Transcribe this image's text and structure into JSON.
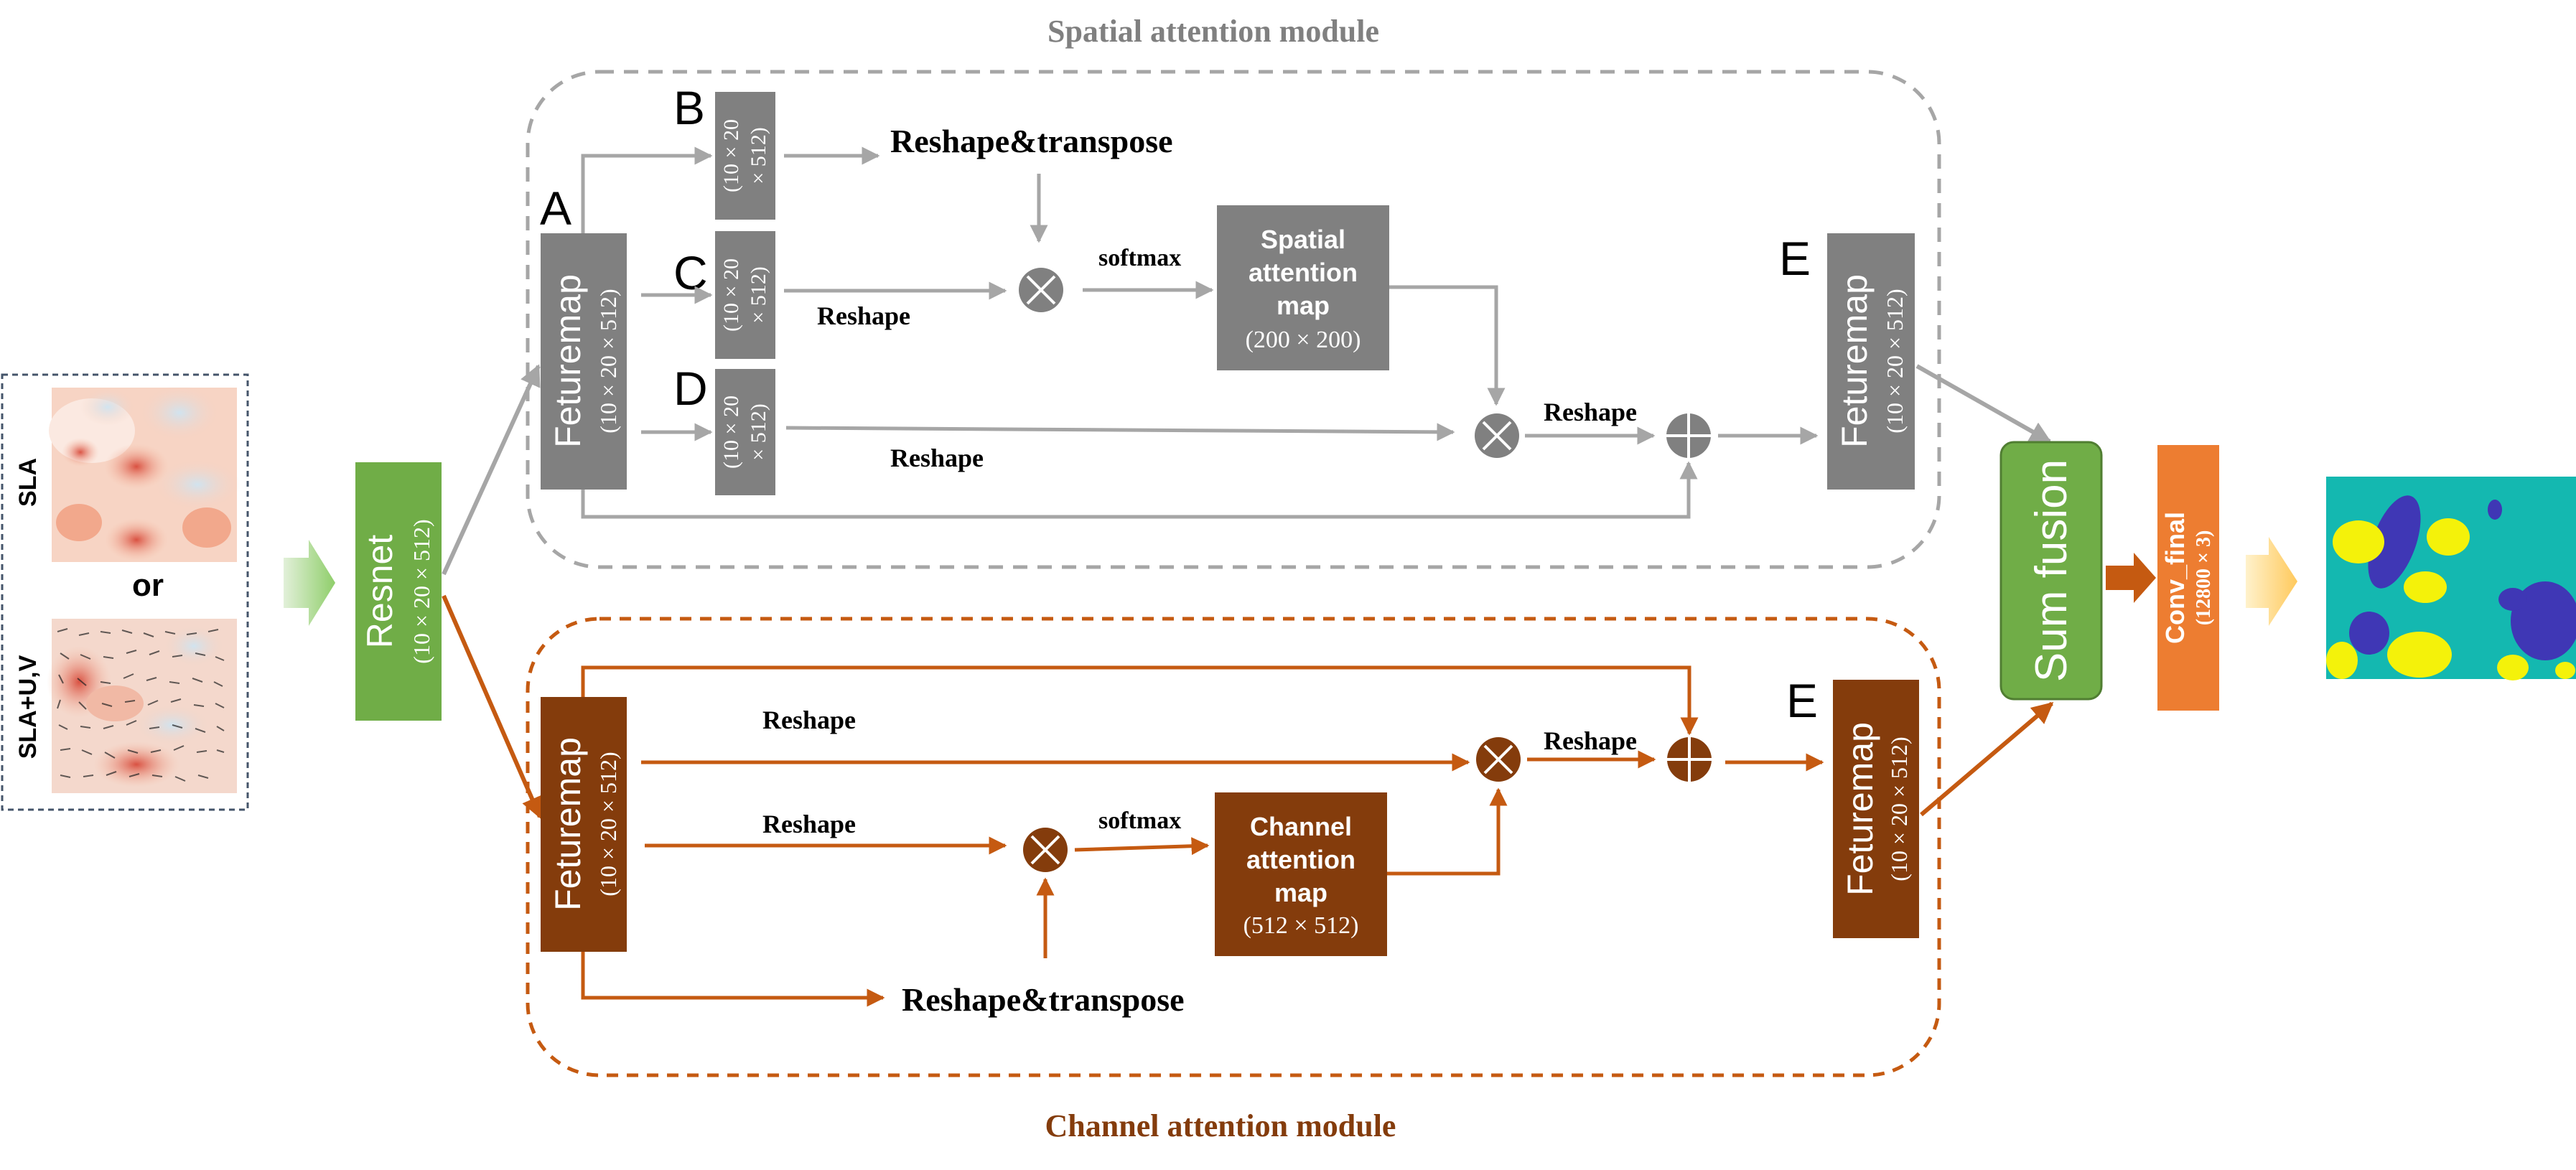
{
  "colors": {
    "gray": "#808080",
    "gray_line": "#a6a6a6",
    "brown": "#843c0c",
    "orange_line": "#c55a11",
    "green": "#70ad47",
    "orange": "#ed7d31",
    "teal": "#14b8b0",
    "indigo": "#3f37b5",
    "yellow": "#f4f20a"
  },
  "titles": {
    "spatial_module": "Spatial attention module",
    "channel_module": "Channel attention module"
  },
  "input": {
    "sla_label": "SLA",
    "or_label": "or",
    "slauv_label": "SLA+U,V"
  },
  "resnet": {
    "title": "Resnet",
    "dims": "(10 × 20 × 512)"
  },
  "spatial": {
    "letter_a": "A",
    "letter_b": "B",
    "letter_c": "C",
    "letter_d": "D",
    "letter_e": "E",
    "featuremap_a_title": "Feturemap",
    "featuremap_a_dims": "(10 × 20 × 512)",
    "small_b_line1": "(10 × 20",
    "small_b_line2": "× 512)",
    "small_c_line1": "(10 × 20",
    "small_c_line2": "× 512)",
    "small_d_line1": "(10 × 20",
    "small_d_line2": "× 512)",
    "reshape_transpose": "Reshape&transpose",
    "reshape_c": "Reshape",
    "reshape_d": "Reshape",
    "softmax": "softmax",
    "reshape_after": "Reshape",
    "attention_map_line1": "Spatial",
    "attention_map_line2": "attention",
    "attention_map_line3": "map",
    "attention_map_dims": "(200 × 200)",
    "featuremap_e_title": "Feturemap",
    "featuremap_e_dims": "(10 × 20 × 512)"
  },
  "channel": {
    "letter_e": "E",
    "featuremap_a_title": "Feturemap",
    "featuremap_a_dims": "(10 × 20 × 512)",
    "reshape_top": "Reshape",
    "reshape_mid": "Reshape",
    "softmax": "softmax",
    "reshape_after": "Reshape",
    "reshape_transpose": "Reshape&transpose",
    "attention_map_line1": "Channel",
    "attention_map_line2": "attention",
    "attention_map_line3": "map",
    "attention_map_dims": "(512 × 512)",
    "featuremap_e_title": "Feturemap",
    "featuremap_e_dims": "(10 × 20 × 512)"
  },
  "fusion": {
    "title": "Sum fusion"
  },
  "conv": {
    "title": "Conv_final",
    "dims": "(12800 × 3)"
  }
}
